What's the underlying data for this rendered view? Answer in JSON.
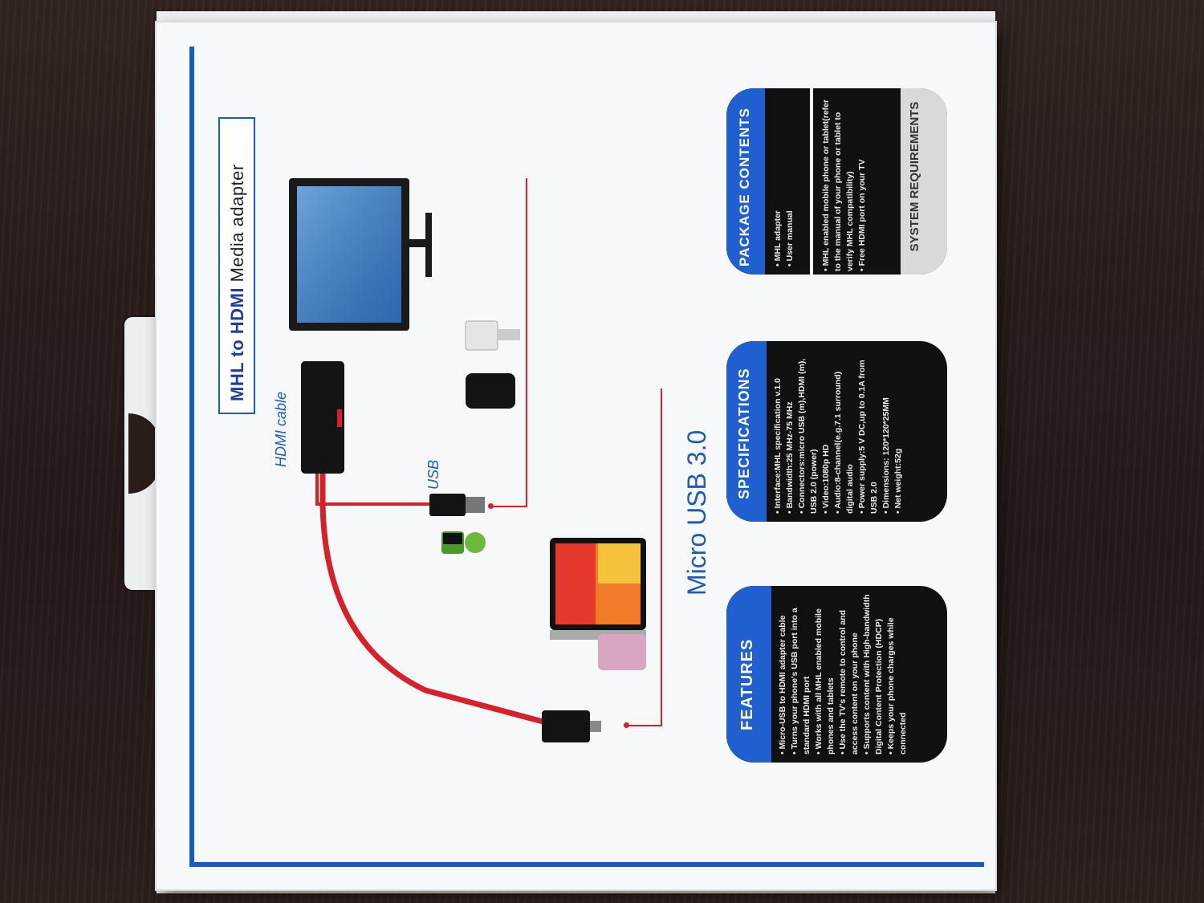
{
  "title": {
    "bold": "MHL to HDMI",
    "rest": " Media adapter"
  },
  "diagram": {
    "hdmi_label": "HDMI cable",
    "usb_label": "USB",
    "micro_usb_label": "Micro USB 3.0"
  },
  "panels": {
    "features": {
      "heading": "FEATURES",
      "items": [
        "Micro-USB to HDMI adapter cable",
        "Turns your phone's USB port into a standard HDMI port",
        "Works with all MHL enabled mobile phones and tablets",
        "Use the TV's remote to control and access content on your phone",
        "Supports content with High-bandwidth Digital Content Protection (HDCP)",
        "Keeps your phone charges while connected"
      ]
    },
    "specifications": {
      "heading": "SPECIFICATIONS",
      "items": [
        "Interface:MHL specification v.1.0",
        "Bandwidth:25 MHz-75 MHz",
        "Connectors:micro USB (m),HDMI (m), USB 2.0 (power)",
        "Video:1080p HD",
        "Audio:8-channel(e.g.7.1 surround) digital audio",
        "Power supply:5 V DC,up to 0.1A from USB 2.0",
        "Dimensions: 120*120*25MM",
        "Net weight:52g"
      ]
    },
    "package": {
      "heading": "PACKAGE CONTENTS",
      "items": [
        "MHL adapter",
        "User manual"
      ]
    },
    "system": {
      "heading": "SYSTEM REQUIREMENTS",
      "items": [
        "MHL enabled mobile phone or tablet(refer to the manual of your phone or tablet to verify MHL compatibility)",
        "Free HDMI port on your TV"
      ]
    }
  },
  "colors": {
    "brand_blue": "#1b5bbf",
    "cable_red": "#d8202a",
    "panel_black": "#111111",
    "panel_head_blue": "#1f5fd0"
  }
}
